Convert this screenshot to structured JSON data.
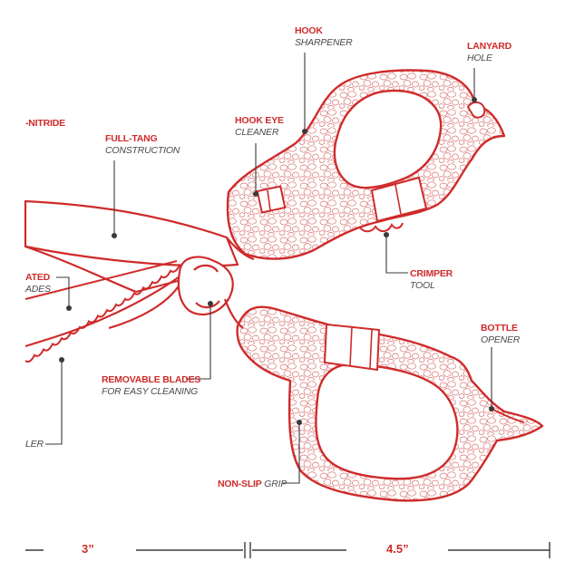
{
  "colors": {
    "accent": "#cf2b2b",
    "line": "#3a3a3a",
    "texture": "#d87070"
  },
  "callouts": {
    "nitride": {
      "line1": "-NITRIDE",
      "line2": ""
    },
    "full_tang": {
      "line1": "FULL-TANG",
      "line2": "CONSTRUCTION"
    },
    "hook_eye": {
      "line1": "HOOK EYE",
      "line2": "CLEANER"
    },
    "hook_sharpener": {
      "line1": "HOOK",
      "line2": "SHARPENER"
    },
    "lanyard": {
      "line1": "LANYARD",
      "line2": "HOLE"
    },
    "serrated": {
      "line1": "ATED",
      "line2": "ADES"
    },
    "crimper": {
      "line1": "CRIMPER",
      "line2": "TOOL"
    },
    "removable": {
      "line1": "REMOVABLE BLADES",
      "line2": "FOR EASY CLEANING"
    },
    "bottle": {
      "line1": "BOTTLE",
      "line2": "OPENER"
    },
    "scaler": {
      "line1": "LER"
    },
    "grip": {
      "red": "NON-SLIP",
      "gray": "GRIP"
    }
  },
  "dimensions": {
    "blade": "3”",
    "handle": "4.5”"
  }
}
